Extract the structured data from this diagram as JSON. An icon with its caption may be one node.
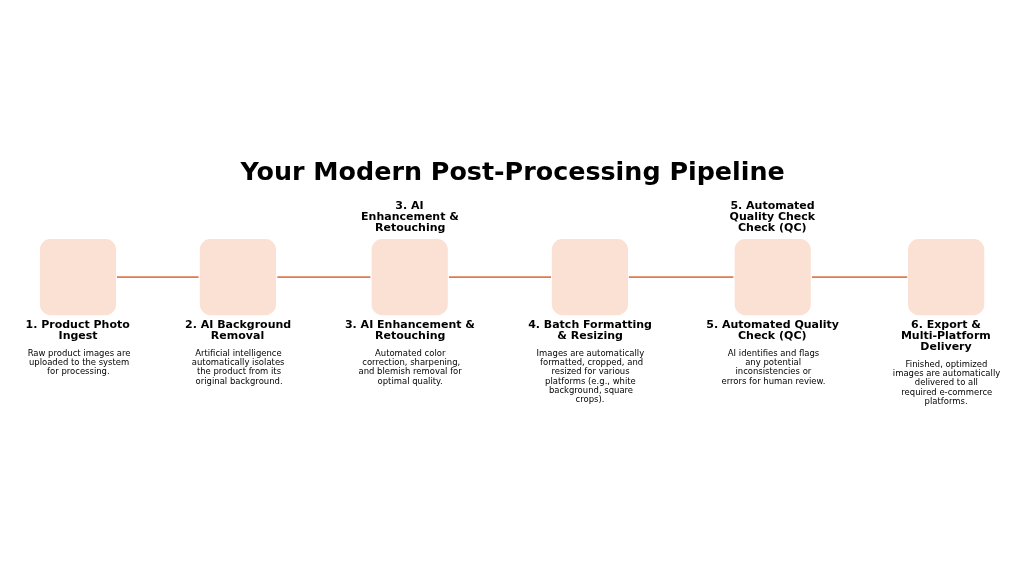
{
  "diagram": {
    "title": "Your Modern Post-Processing Pipeline",
    "nodes": [
      {
        "text": [
          "1. Product Photo Ingest",
          "Raw product images are uploaded to the system for processing."
        ]
      },
      {
        "text": [
          "2. AI Background Removal",
          "Artificial intelligence automatically isolates the product from its original background."
        ]
      },
      {
        "text": [
          "3. AI Enhancement & Retouching",
          "Automated color correction, sharpening, and blemish removal for optimal quality."
        ],
        "beside": [
          "3. AI Enhancement & Retouching"
        ]
      },
      {
        "text": [
          "4. Batch Formatting & Resizing",
          "Images are automatically formatted, cropped, and resized for various platforms (e.g., white background, square crops)."
        ]
      },
      {
        "text": [
          "5. Automated Quality Check (QC)",
          "AI identifies and flags any potential inconsistencies or errors for human review."
        ],
        "beside": [
          "5. Automated Quality Check Check (QC)"
        ]
      },
      {
        "text": [
          "6. Export & Multi-Platform Delivery",
          "Finished, optimized images are automatically delivered to all required e-commerce platforms."
        ]
      }
    ],
    "edges": [
      {
        "from": 0,
        "to": 1,
        "arrow": "none"
      },
      {
        "from": 1,
        "to": 2,
        "arrow": "none"
      },
      {
        "from": 2,
        "to": 3,
        "arrow": "none"
      },
      {
        "from": 3,
        "to": 4,
        "arrow": "none"
      },
      {
        "from": 4,
        "to": 5,
        "arrow": "none"
      }
    ]
  }
}
